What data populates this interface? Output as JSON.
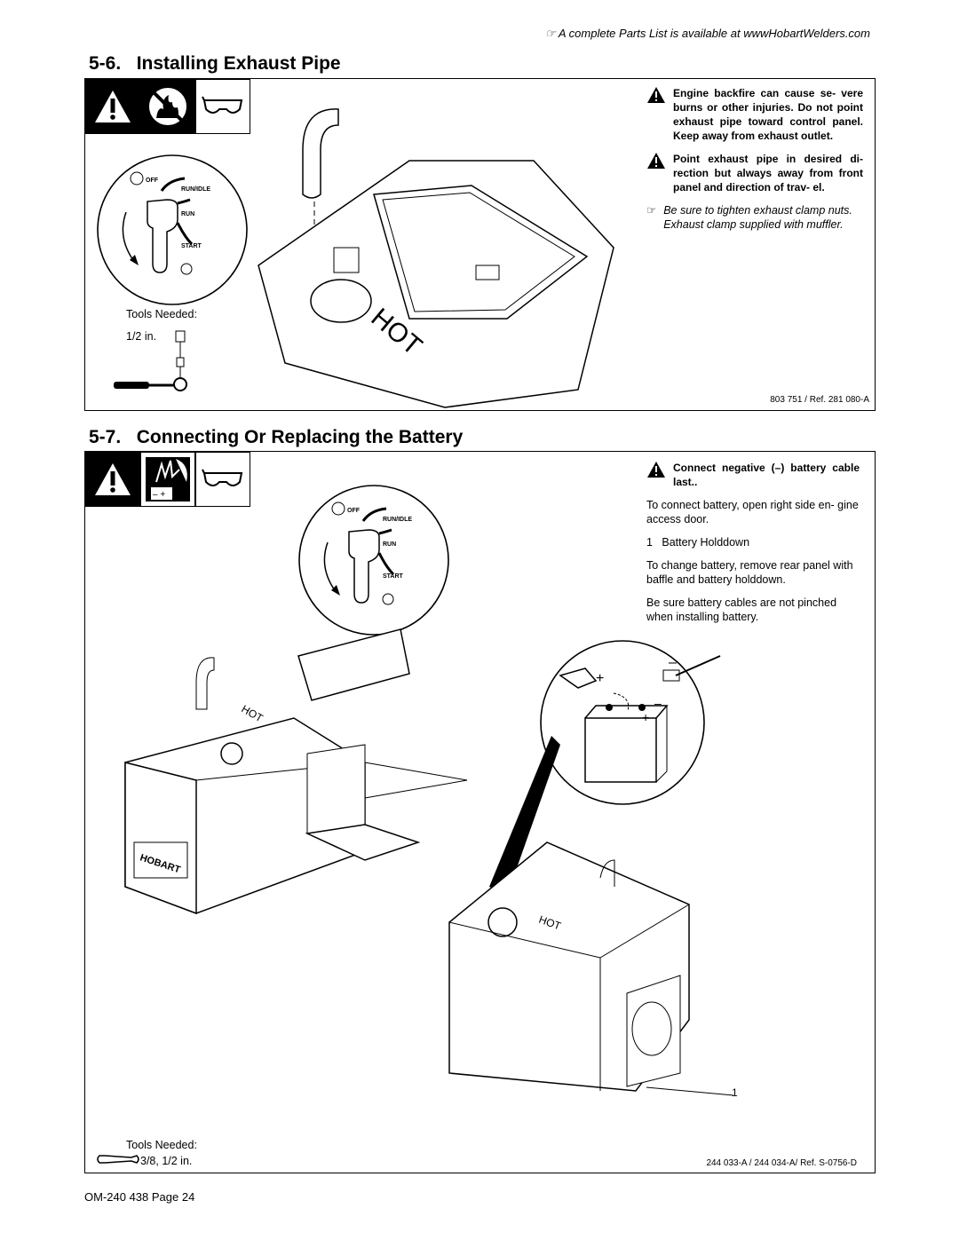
{
  "top_note": "A complete Parts List is available at wwwHobartWelders.com",
  "section1": {
    "number": "5-6.",
    "title": "Installing Exhaust Pipe",
    "warnings": [
      "Engine backfire can cause se- vere burns or other injuries. Do not point exhaust pipe toward control panel. Keep away from exhaust outlet.",
      "Point exhaust pipe in desired di- rection but always away from front panel and direction of trav- el."
    ],
    "note": "Be sure to tighten exhaust clamp nuts. Exhaust clamp supplied with muffler.",
    "tools_label": "Tools Needed:",
    "tools_size": "1/2 in.",
    "ref": "803 751 / Ref. 281 080-A",
    "hot_label": "HOT"
  },
  "switch": {
    "off": "OFF",
    "run_idle": "RUN/IDLE",
    "run": "RUN",
    "start": "START"
  },
  "section2": {
    "number": "5-7.",
    "title": "Connecting Or Replacing the Battery",
    "warning": "Connect negative (–) battery cable last..",
    "paragraphs": [
      "To connect battery, open right side en- gine access door.",
      "To change battery, remove rear panel with baffle and battery holddown.",
      "Be sure battery cables are not pinched when installing battery."
    ],
    "callout_num": "1",
    "callout_label": "Battery Holddown",
    "tools_label": "Tools Needed:",
    "tools_size": "3/8, 1/2 in.",
    "ref": "244 033-A / 244 034-A/ Ref. S-0756-D",
    "plus": "+",
    "minus": "–",
    "hobart": "HOBART",
    "hot_label": "HOT",
    "leader_num": "1"
  },
  "footer": "OM-240 438 Page 24"
}
